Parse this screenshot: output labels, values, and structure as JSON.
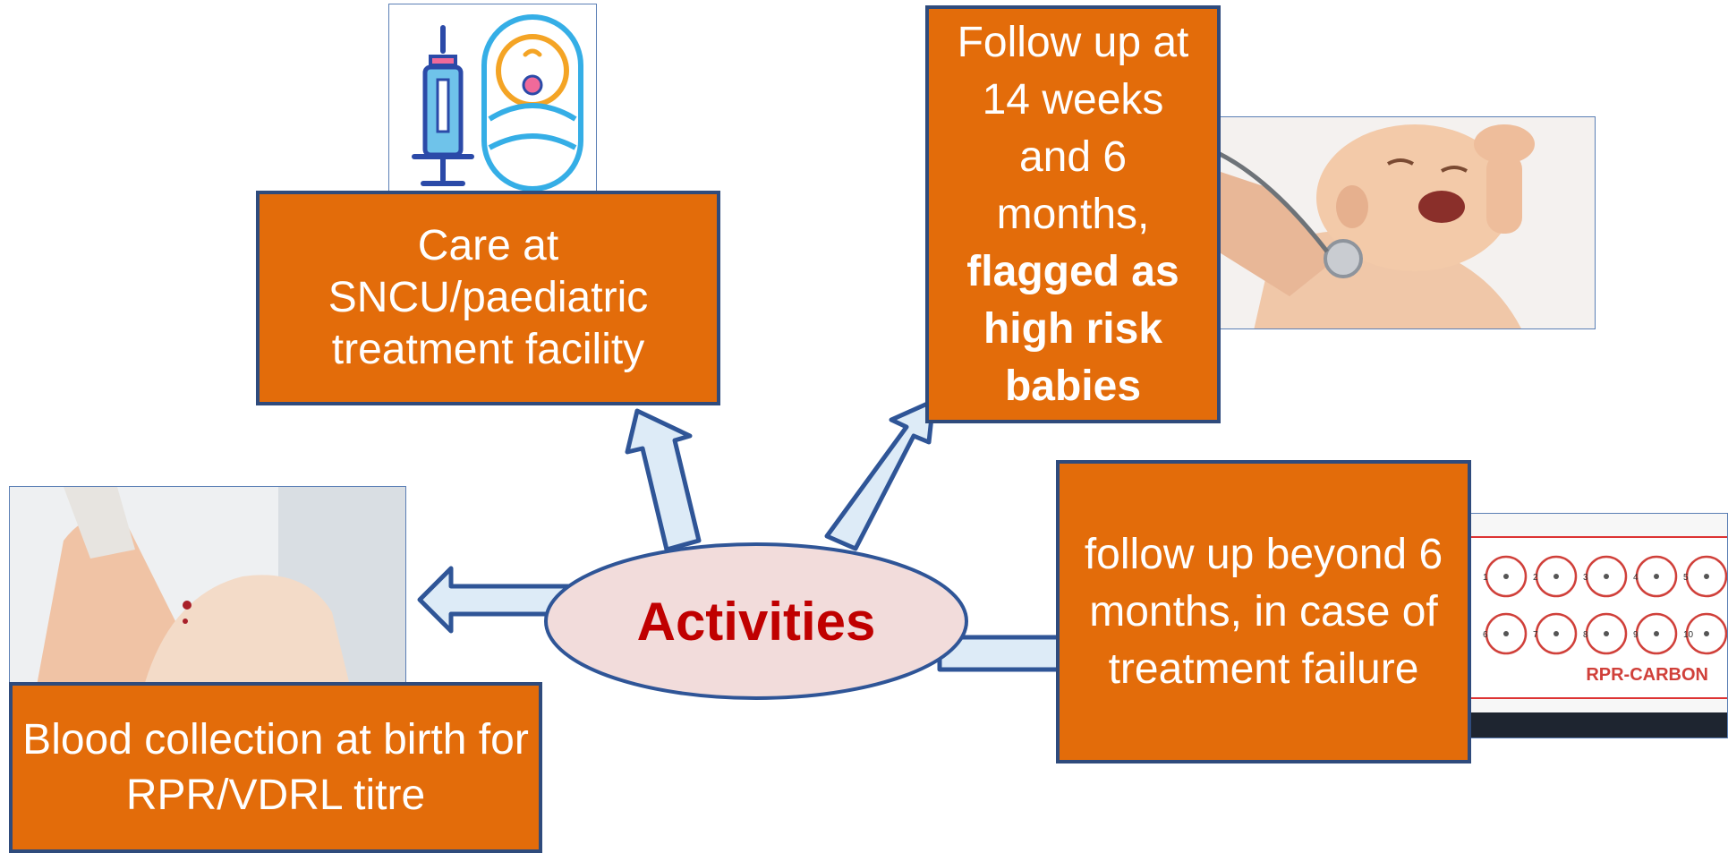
{
  "center": {
    "label": "Activities"
  },
  "boxes": {
    "care": {
      "text": "Care at SNCU/paediatric treatment facility"
    },
    "followup": {
      "text_plain": "Follow up at 14 weeks and 6 months,",
      "text_bold": "flagged as high risk babies"
    },
    "beyond": {
      "text": "follow up beyond 6 months, in case of treatment failure"
    },
    "blood": {
      "text": "Blood collection at birth for RPR/VDRL titre"
    }
  },
  "images": {
    "syringe_baby": {
      "icon": "syringe-swaddled-baby-icon"
    },
    "baby_stethoscope": {
      "icon": "baby-stethoscope-photo"
    },
    "heel_prick": {
      "icon": "heel-prick-photo"
    },
    "rpr_card": {
      "icon": "rpr-card-photo",
      "label": "RPR-CARBON",
      "circle_numbers": [
        "1",
        "2",
        "3",
        "4",
        "5",
        "6",
        "7",
        "8",
        "9",
        "10"
      ]
    }
  },
  "colors": {
    "box_fill": "#e36c0a",
    "box_border": "#2f4b7c",
    "arrow_fill": "#ddebf7",
    "arrow_stroke": "#2f5597",
    "ellipse_fill": "#f2dcdb",
    "center_text": "#c00000"
  }
}
